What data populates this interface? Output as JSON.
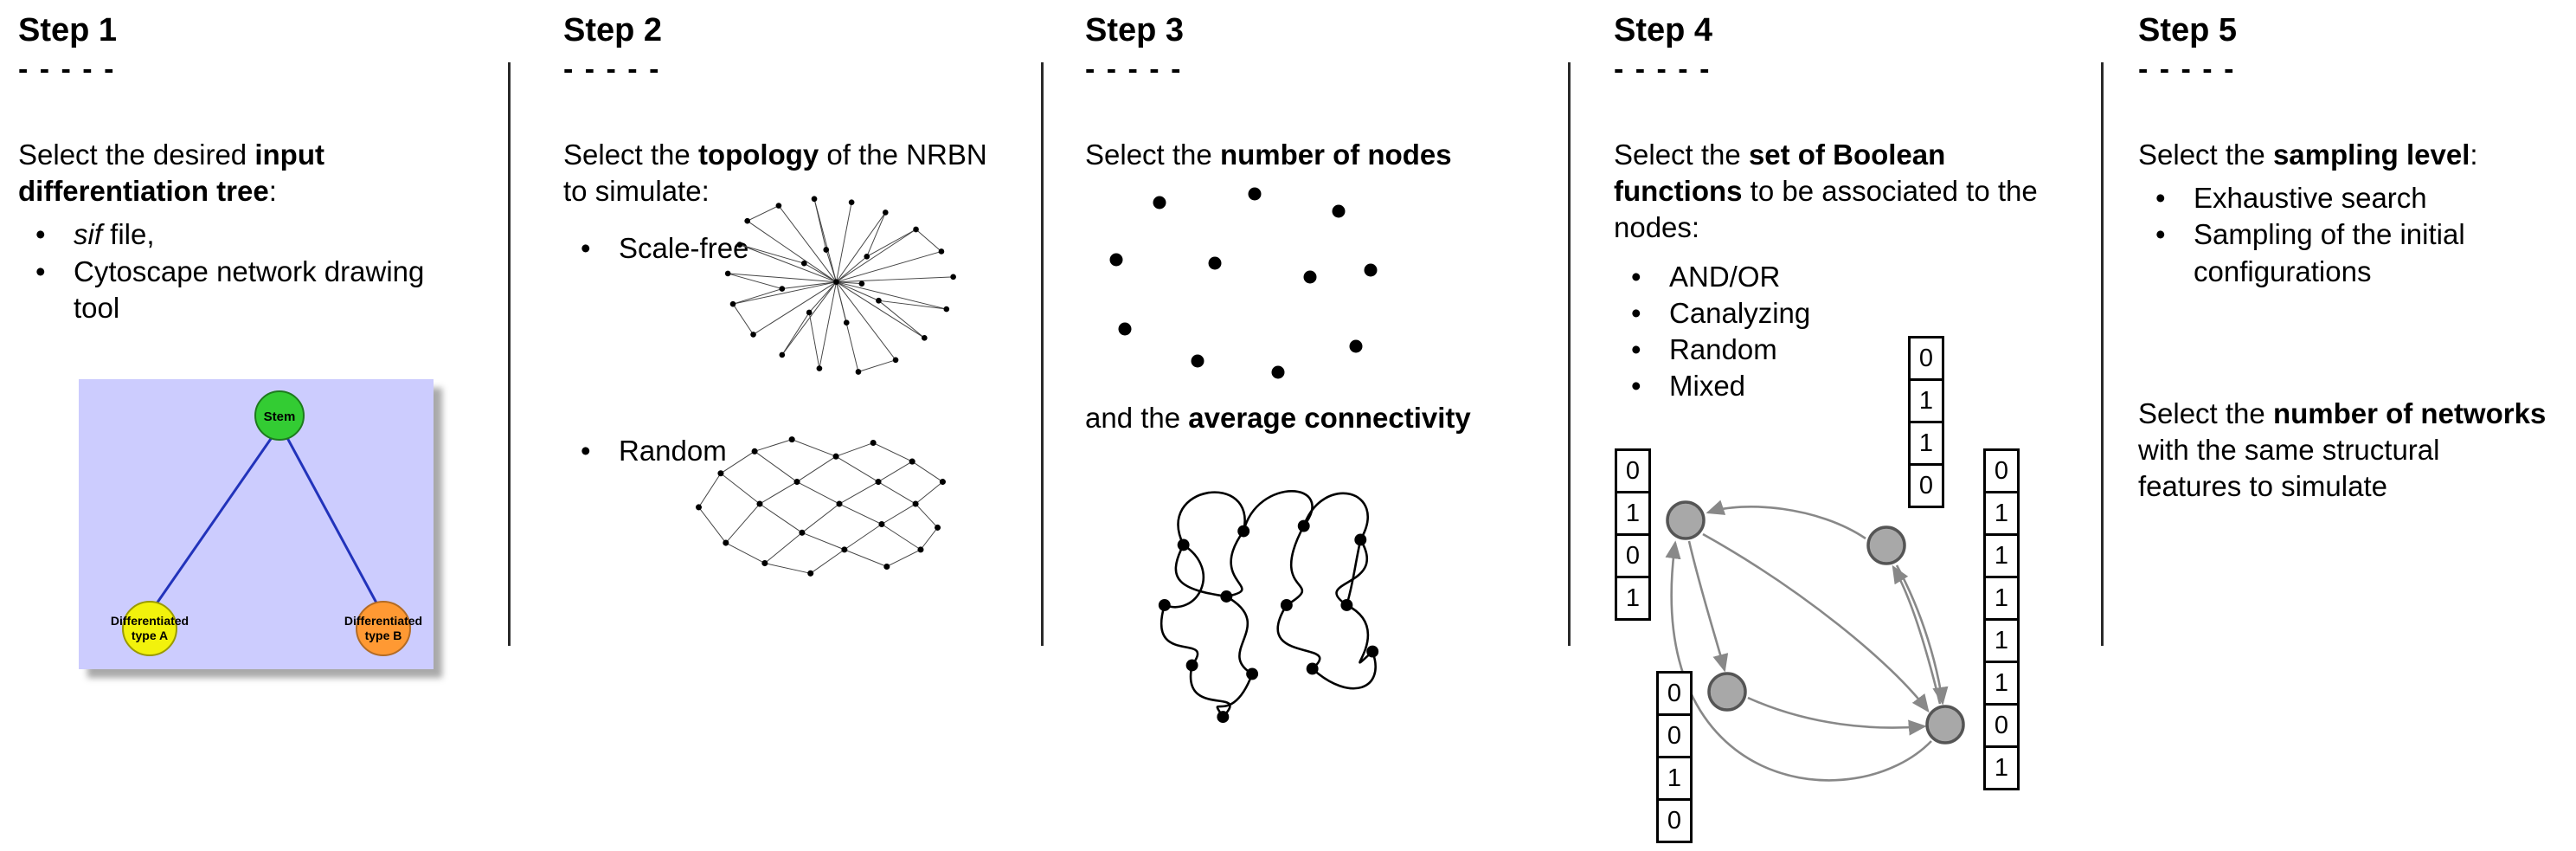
{
  "ui": {
    "bullet": "•"
  },
  "colors": {
    "tree_background": "#ccccfe",
    "stem_green": "#33cc33",
    "type_a_yellow": "#f2f20c",
    "type_b_orange": "#ff9933",
    "tree_edge_blue": "#2233bb",
    "boolean_node_gray": "#a8a8a8",
    "arrow_gray": "#888888",
    "divider_black": "#2a2a2a"
  },
  "step1": {
    "title": "Step 1",
    "dashes": "- - - - -",
    "intro_pre": "Select the desired ",
    "intro_bold": "input differentiation tree",
    "intro_post": ":",
    "bullet1_italic": "sif",
    "bullet1_rest": " file,",
    "bullet2": "Cytoscape network drawing tool",
    "tree": {
      "stem": "Stem",
      "type_a_line1": "Differentiated",
      "type_a_line2": "type A",
      "type_b_line1": "Differentiated",
      "type_b_line2": "type B"
    }
  },
  "step2": {
    "title": "Step 2",
    "dashes": "- - - - -",
    "intro_pre": "Select the ",
    "intro_bold": "topology",
    "intro_post": " of the NRBN to simulate:",
    "bullet1": "Scale-free",
    "bullet2": "Random"
  },
  "step3": {
    "title": "Step 3",
    "dashes": "- - - - -",
    "line1_pre": "Select the ",
    "line1_bold": "number of nodes",
    "line2_pre": "and the ",
    "line2_bold": "average connectivity"
  },
  "step4": {
    "title": "Step 4",
    "dashes": "- - - - -",
    "intro_pre": "Select the ",
    "intro_bold": "set of Boolean functions",
    "intro_post": " to be associated to the nodes:",
    "bullets": [
      "AND/OR",
      "Canalyzing",
      "Random",
      "Mixed"
    ],
    "truth_tables": {
      "left": [
        "0",
        "1",
        "0",
        "1"
      ],
      "top": [
        "0",
        "1",
        "1",
        "0"
      ],
      "bottom_left": [
        "0",
        "0",
        "1",
        "0"
      ],
      "right": [
        "0",
        "1",
        "1",
        "1",
        "1",
        "1",
        "0",
        "1"
      ]
    }
  },
  "step5": {
    "title": "Step 5",
    "dashes": "- - - - -",
    "line1_pre": "Select the ",
    "line1_bold": "sampling level",
    "line1_post": ":",
    "bullet1": "Exhaustive search",
    "bullet2": "Sampling of the initial configurations",
    "line2_pre": "Select the ",
    "line2_bold": "number of networks",
    "line2_post": " with the same structural features to simulate"
  }
}
